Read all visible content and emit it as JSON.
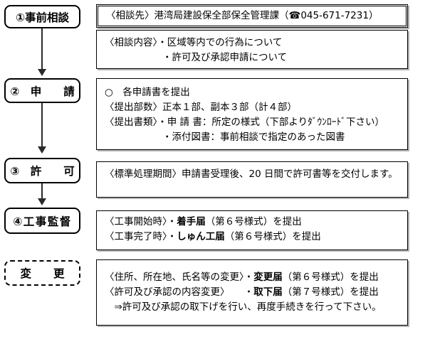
{
  "steps": [
    {
      "label": "①事前相談"
    },
    {
      "label": "②　申　　請"
    },
    {
      "label": "③　許　　可"
    },
    {
      "label": "④工事監督"
    },
    {
      "label": "変　　更"
    }
  ],
  "panels": {
    "consult_contact": {
      "line1": "〈相談先〉港湾局建設保全部保全管理課（☎045-671-7231）"
    },
    "consult_content": {
      "line1": "〈相談内容〉・区域等内での行為について",
      "line2": "　　　　　　・許可及び承認申請について"
    },
    "application": {
      "line1": "○　各申請書を提出",
      "line2": "〈提出部数〉正本１部、副本３部（計４部）",
      "line3": "〈提出書類〉・申 請 書：所定の様式（下部よりﾀﾞｳﾝﾛｰﾄﾞ下さい）",
      "line4": "　　　　　　・添付図書：事前相談で指定のあった図書"
    },
    "permission": {
      "line1": "〈標準処理期間〉申請書受理後、20 日間で許可書等を交付します。"
    },
    "supervision": {
      "line1_pre": "〈工事開始時〉・",
      "line1_bold": "着手届",
      "line1_post": "（第６号様式）を提出",
      "line2_pre": "〈工事完了時〉・",
      "line2_bold": "しゅん工届",
      "line2_post": "（第６号様式）を提出"
    },
    "change": {
      "line1_pre": "〈住所、所在地、氏名等の変更〉・",
      "line1_bold": "変更届",
      "line1_post": "（第６号様式）を提出",
      "line2_pre": "〈許可及び承認の内容変更〉　　・",
      "line2_bold": "取下届",
      "line2_post": "（第７号様式）を提出",
      "line3": "　⇒許可及び承認の取下げを行い、再度手続きを行って下さい。"
    }
  },
  "colors": {
    "border": "#000000",
    "text": "#000000",
    "shadow": "#b3b3b3",
    "background": "#ffffff"
  }
}
